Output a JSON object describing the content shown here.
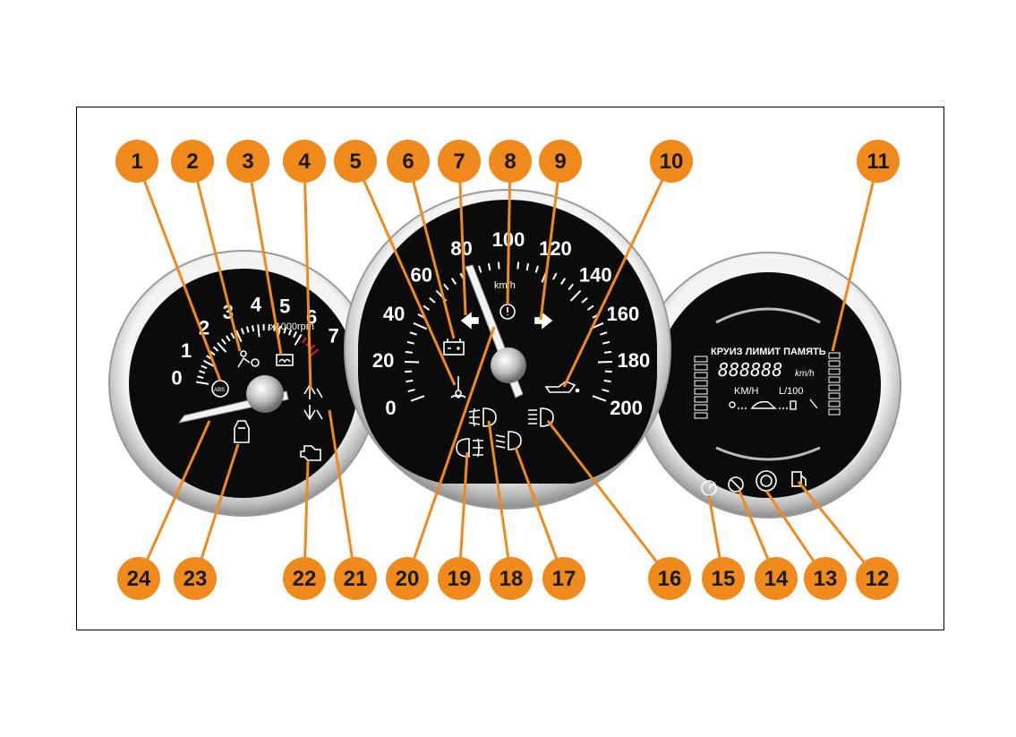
{
  "callouts": [
    "1",
    "2",
    "3",
    "4",
    "5",
    "6",
    "7",
    "8",
    "9",
    "10",
    "11",
    "12",
    "13",
    "14",
    "15",
    "16",
    "17",
    "18",
    "19",
    "20",
    "21",
    "22",
    "23",
    "24"
  ],
  "tachometer": {
    "ticks": [
      "0",
      "1",
      "2",
      "3",
      "4",
      "5",
      "6",
      "7"
    ],
    "unit": "x1000rpm"
  },
  "speedometer": {
    "ticks": [
      "0",
      "20",
      "40",
      "60",
      "80",
      "100",
      "120",
      "140",
      "160",
      "180",
      "200"
    ],
    "unit": "km/h"
  },
  "display": {
    "header": "КРУИЗ ЛИМИТ ПАМЯТЬ",
    "digits": "888888",
    "unit": "km/h",
    "label_speed": "KM/H",
    "label_consumption": "L/100"
  },
  "warning_icons": [
    "abs-icon",
    "airbag-icon",
    "glow-plug-icon",
    "gear-up-icon",
    "coolant-temp-icon",
    "battery-icon",
    "turn-left-icon",
    "brake-icon",
    "turn-right-icon",
    "oil-pressure-icon",
    "fuel-icon",
    "front-fog-icon",
    "rear-fog-icon",
    "low-beam-icon",
    "high-beam-icon",
    "gear-down-icon",
    "check-engine-icon",
    "door-open-icon",
    "cruise-icon",
    "limiter-icon"
  ],
  "colors": {
    "callout": "#F08A1C",
    "callout_text": "#1a1a1a",
    "dial": "#0b0b0b",
    "bezel": "#d8d8d8",
    "accent_red": "#d9232a"
  }
}
